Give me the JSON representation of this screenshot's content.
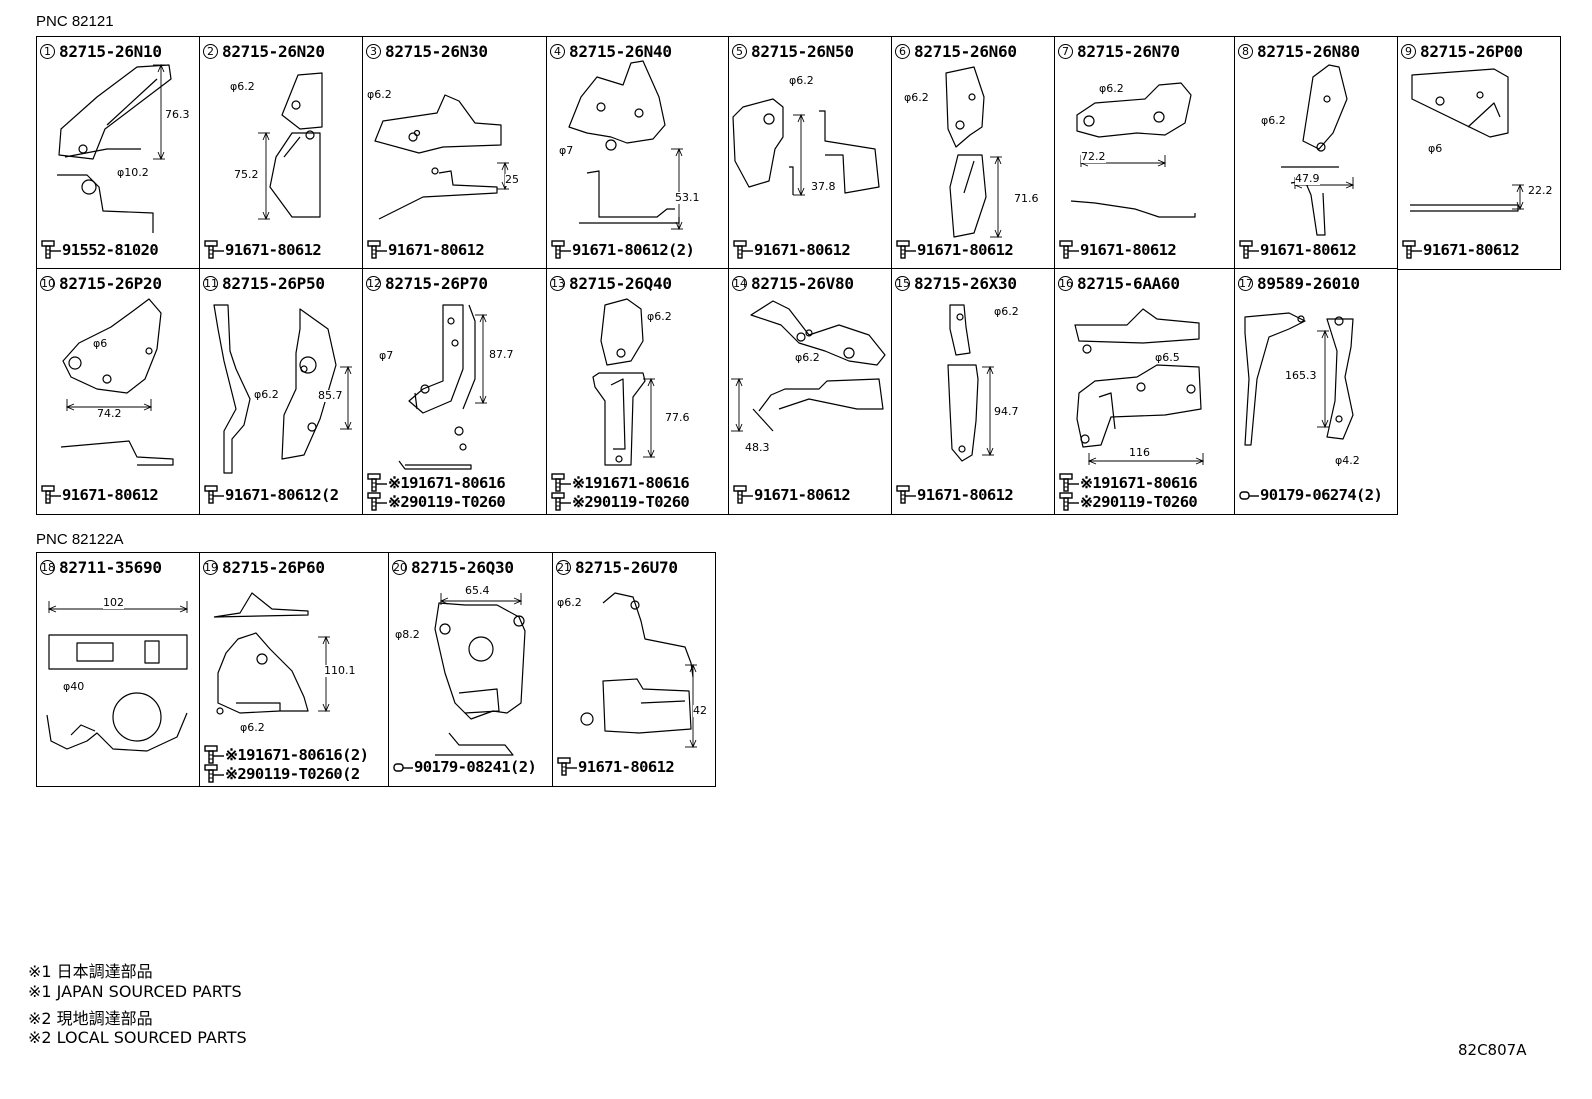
{
  "sections": [
    {
      "label": "PNC 82121",
      "cells": [
        {
          "num": "1",
          "part": "82715-26N10",
          "dims": [
            "76.3",
            "φ10.2"
          ],
          "fasteners": [
            "91552-81020"
          ],
          "fastener_icon": "bolt-icon"
        },
        {
          "num": "2",
          "part": "82715-26N20",
          "dims": [
            "φ6.2",
            "75.2"
          ],
          "fasteners": [
            "91671-80612"
          ],
          "fastener_icon": "bolt-icon"
        },
        {
          "num": "3",
          "part": "82715-26N30",
          "dims": [
            "φ6.2",
            "25"
          ],
          "fasteners": [
            "91671-80612"
          ],
          "fastener_icon": "bolt-icon"
        },
        {
          "num": "4",
          "part": "82715-26N40",
          "dims": [
            "φ7",
            "53.1"
          ],
          "fasteners": [
            "91671-80612(2)"
          ],
          "fastener_icon": "bolt-icon"
        },
        {
          "num": "5",
          "part": "82715-26N50",
          "dims": [
            "φ6.2",
            "37.8"
          ],
          "fasteners": [
            "91671-80612"
          ],
          "fastener_icon": "bolt-icon"
        },
        {
          "num": "6",
          "part": "82715-26N60",
          "dims": [
            "φ6.2",
            "71.6"
          ],
          "fasteners": [
            "91671-80612"
          ],
          "fastener_icon": "bolt-icon"
        },
        {
          "num": "7",
          "part": "82715-26N70",
          "dims": [
            "φ6.2",
            "72.2"
          ],
          "fasteners": [
            "91671-80612"
          ],
          "fastener_icon": "bolt-icon"
        },
        {
          "num": "8",
          "part": "82715-26N80",
          "dims": [
            "φ6.2",
            "47.9"
          ],
          "fasteners": [
            "91671-80612"
          ],
          "fastener_icon": "bolt-icon"
        },
        {
          "num": "9",
          "part": "82715-26P00",
          "dims": [
            "φ6",
            "22.2"
          ],
          "fasteners": [
            "91671-80612"
          ],
          "fastener_icon": "bolt-icon"
        },
        {
          "num": "10",
          "part": "82715-26P20",
          "dims": [
            "φ6",
            "74.2"
          ],
          "fasteners": [
            "91671-80612"
          ],
          "fastener_icon": "bolt-icon"
        },
        {
          "num": "11",
          "part": "82715-26P50",
          "dims": [
            "φ6.2",
            "85.7"
          ],
          "fasteners": [
            "91671-80612(2"
          ],
          "fastener_icon": "bolt-icon"
        },
        {
          "num": "12",
          "part": "82715-26P70",
          "dims": [
            "φ7",
            "87.7"
          ],
          "fasteners": [
            "※191671-80616",
            "※290119-T0260"
          ],
          "fastener_icon": "bolt-icon"
        },
        {
          "num": "13",
          "part": "82715-26Q40",
          "dims": [
            "φ6.2",
            "77.6"
          ],
          "fasteners": [
            "※191671-80616",
            "※290119-T0260"
          ],
          "fastener_icon": "bolt-icon"
        },
        {
          "num": "14",
          "part": "82715-26V80",
          "dims": [
            "φ6.2",
            "48.3"
          ],
          "fasteners": [
            "91671-80612"
          ],
          "fastener_icon": "bolt-icon"
        },
        {
          "num": "15",
          "part": "82715-26X30",
          "dims": [
            "φ6.2",
            "94.7"
          ],
          "fasteners": [
            "91671-80612"
          ],
          "fastener_icon": "bolt-icon"
        },
        {
          "num": "16",
          "part": "82715-6AA60",
          "dims": [
            "φ6.5",
            "116"
          ],
          "fasteners": [
            "※191671-80616",
            "※290119-T0260"
          ],
          "fastener_icon": "bolt-icon"
        },
        {
          "num": "17",
          "part": "89589-26010",
          "dims": [
            "165.3",
            "φ4.2"
          ],
          "fasteners": [
            "90179-06274(2)"
          ],
          "fastener_icon": "clip-icon"
        }
      ]
    },
    {
      "label": "PNC 82122A",
      "cells": [
        {
          "num": "18",
          "part": "82711-35690",
          "dims": [
            "102",
            "φ40"
          ],
          "fasteners": [],
          "fastener_icon": ""
        },
        {
          "num": "19",
          "part": "82715-26P60",
          "dims": [
            "110.1",
            "φ6.2"
          ],
          "fasteners": [
            "※191671-80616(2)",
            "※290119-T0260(2"
          ],
          "fastener_icon": "bolt-icon"
        },
        {
          "num": "20",
          "part": "82715-26Q30",
          "dims": [
            "65.4",
            "φ8.2"
          ],
          "fasteners": [
            "90179-08241(2)"
          ],
          "fastener_icon": "clip-icon"
        },
        {
          "num": "21",
          "part": "82715-26U70",
          "dims": [
            "φ6.2",
            "42"
          ],
          "fasteners": [
            "91671-80612"
          ],
          "fastener_icon": "bolt-icon"
        }
      ]
    }
  ],
  "footnotes": [
    "※1 日本調達部品",
    "※1 JAPAN SOURCED PARTS",
    "※2 現地調達部品",
    "※2 LOCAL SOURCED PARTS"
  ],
  "figure_code": "82C807A"
}
